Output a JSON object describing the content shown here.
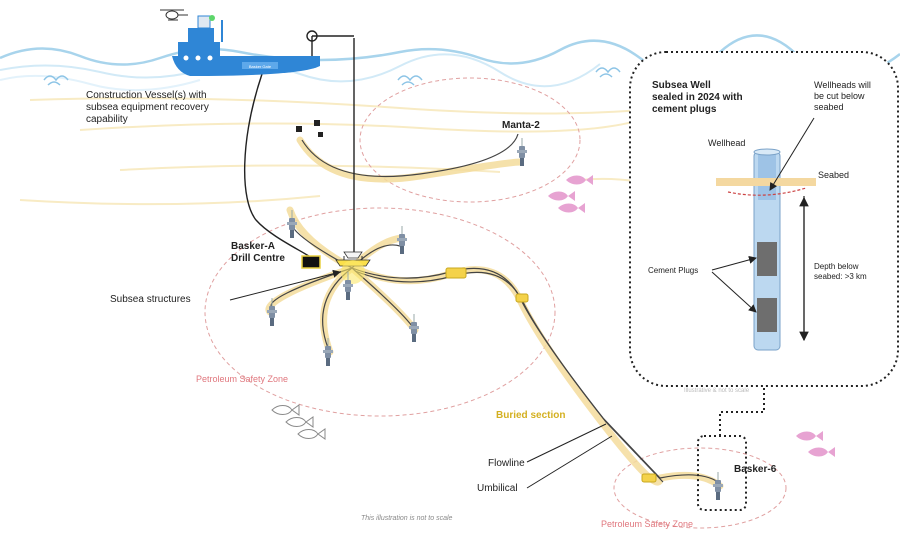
{
  "colors": {
    "sea_wave": "#a8d4ec",
    "vessel_hull": "#2f86d6",
    "pipeline_shadow": "#f4dc9c",
    "cable": "#444444",
    "safety_zone": "#e0a0a0",
    "buried_section": "#d4b020",
    "cement_plug": "#6e6e6e",
    "well_casing": "#bcd8f0",
    "fish_pink": "#e7a3d2",
    "fish_outline": "#8a8a8a"
  },
  "labels": {
    "vessel": "Construction Vessel(s) with subsea equipment recovery capability",
    "vessel_plate": "Basker Gate",
    "manta2": "Manta-2",
    "basker_a_line1": "Basker-A",
    "basker_a_line2": "Drill Centre",
    "subsea_structures": "Subsea structures",
    "petroleum_zone_left": "Petroleum Safety Zone",
    "petroleum_zone_bottom": "Petroleum Safety Zone",
    "buried_section": "Buried section",
    "flowline": "Flowline",
    "umbilical": "Umbilical",
    "basker6": "Basker-6",
    "not_to_scale": "This illustration is not to scale",
    "source_note": "Illustrative & not to scale"
  },
  "inset": {
    "title_line1": "Subsea Well",
    "title_line2": "sealed in 2024 with",
    "title_line3": "cement plugs",
    "wellhead_note_line1": "Wellheads will",
    "wellhead_note_line2": "be cut below",
    "wellhead_note_line3": "seabed",
    "wellhead": "Wellhead",
    "seabed": "Seabed",
    "cement_plugs": "Cement Plugs",
    "depth_line1": "Depth below",
    "depth_line2": "seabed: >3 km"
  }
}
